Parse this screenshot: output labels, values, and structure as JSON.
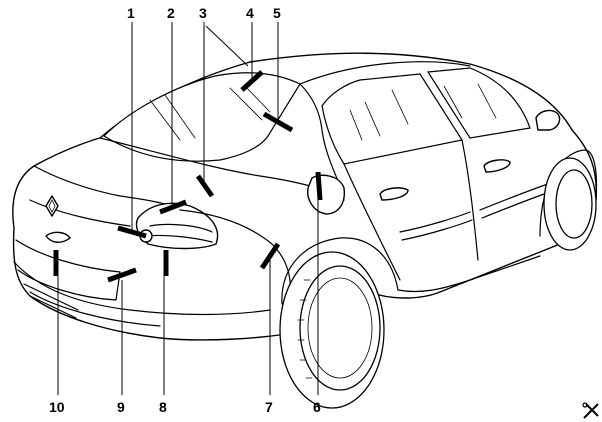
{
  "callouts": [
    {
      "label": "1"
    },
    {
      "label": "2"
    },
    {
      "label": "3"
    },
    {
      "label": "4"
    },
    {
      "label": "5"
    },
    {
      "label": "6"
    },
    {
      "label": "7"
    },
    {
      "label": "8"
    },
    {
      "label": "9"
    },
    {
      "label": "10"
    }
  ],
  "colors": {
    "line": "#000000",
    "background": "#ffffff"
  },
  "icons": {
    "corner": "tools-icon"
  }
}
